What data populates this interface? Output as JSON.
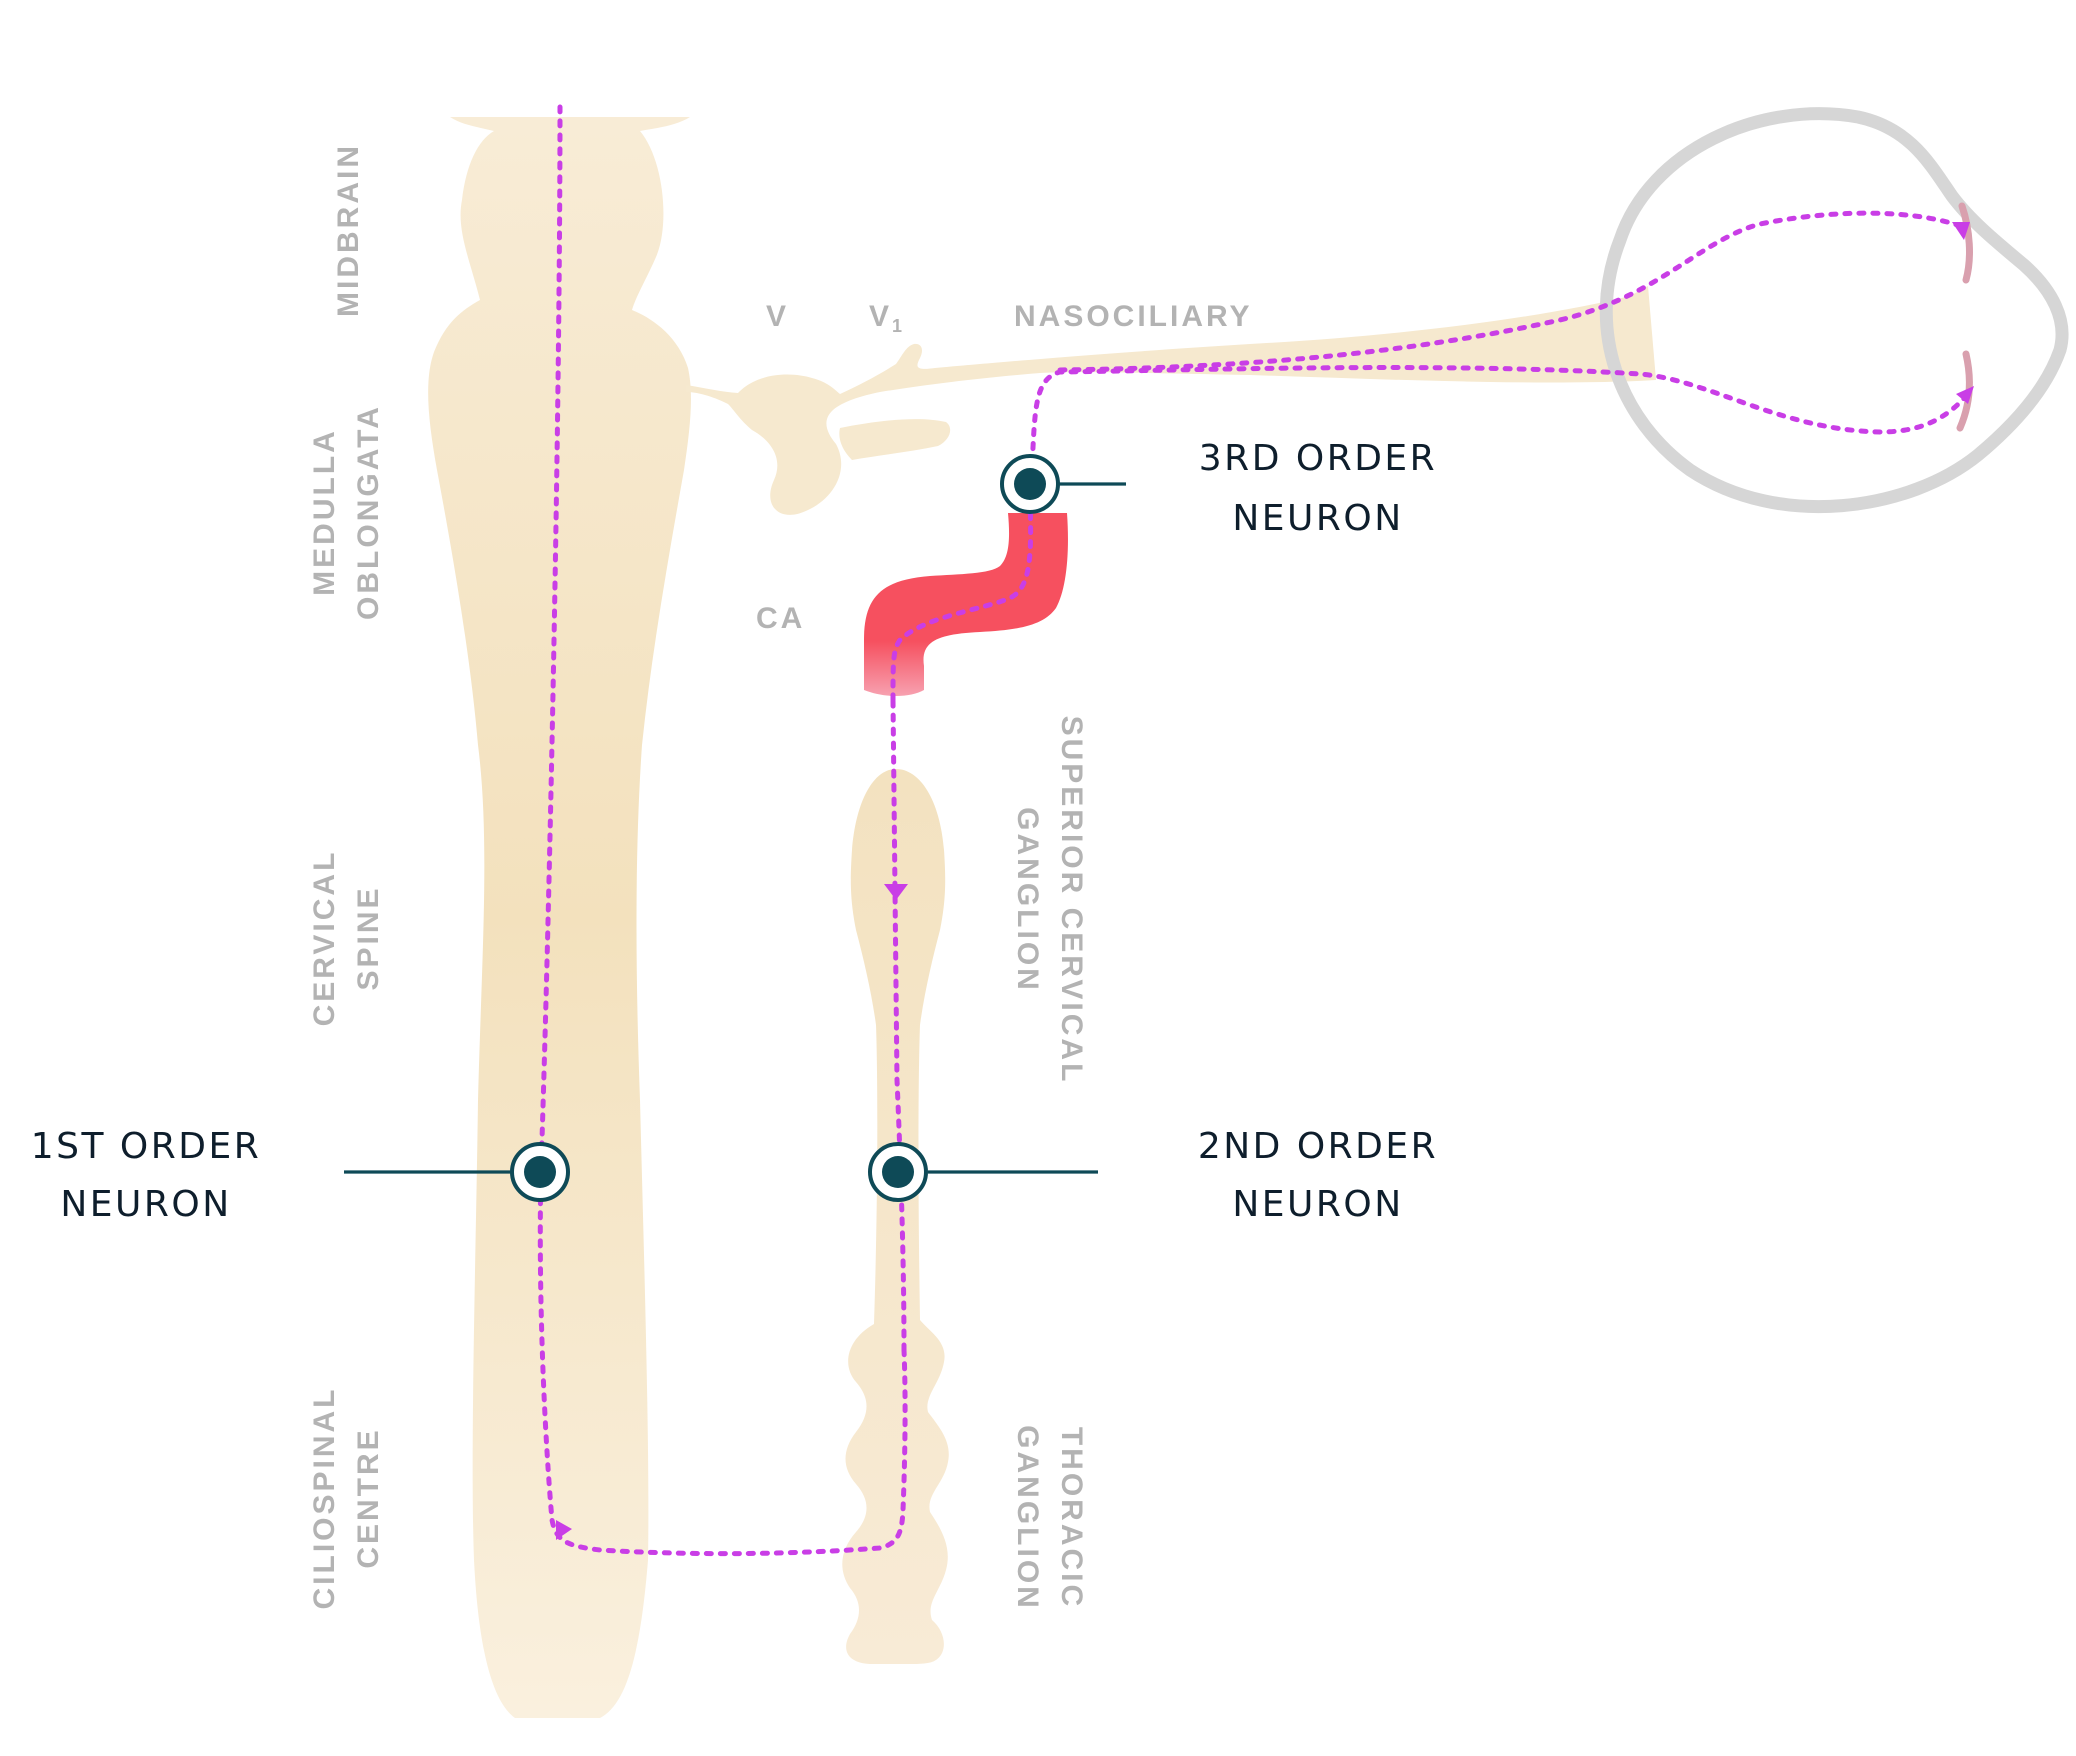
{
  "regions": {
    "midbrain": "MIDBRAIN",
    "medulla_line1": "MEDULLA",
    "medulla_line2": "OBLONGATA",
    "cervical_line1": "CERVICAL",
    "cervical_line2": "SPINE",
    "ciliospinal_line1": "CILIOSPINAL",
    "ciliospinal_line2": "CENTRE",
    "v": "V",
    "v1": "V",
    "v1_sub": "1",
    "nasociliary": "NASOCILIARY",
    "ca": "CA",
    "superior_line1": "SUPERIOR CERVICAL",
    "superior_line2": "GANGLION",
    "thoracic_line1": "THORACIC",
    "thoracic_line2": "GANGLION"
  },
  "neurons": {
    "first_line1": "1ST ORDER",
    "first_line2": "NEURON",
    "second_line1": "2ND ORDER",
    "second_line2": "NEURON",
    "third_line1": "3RD ORDER",
    "third_line2": "NEURON"
  },
  "colors": {
    "tissue": "#f5e6c6",
    "artery": "#f6505f",
    "pathway": "#c93ee6",
    "neuron": "#0e4a57",
    "eye": "#d6d6d6",
    "iris": "#d9a0ae",
    "region_text": "#b3b3b3",
    "neuron_text": "#0e1e2c"
  }
}
